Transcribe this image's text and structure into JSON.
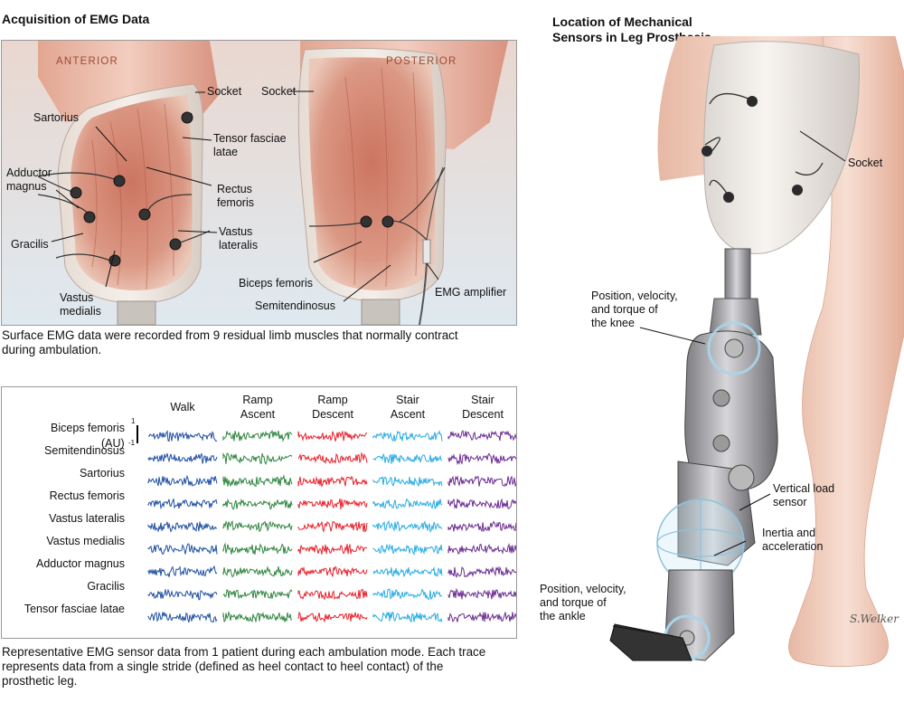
{
  "emg_acquisition": {
    "title": "Acquisition of EMG Data",
    "anterior_label": "ANTERIOR",
    "posterior_label": "POSTERIOR",
    "labels": {
      "socket": "Socket",
      "sartorius": "Sartorius",
      "tensor_line1": "Tensor fasciae",
      "tensor_line2": "latae",
      "adductor_line1": "Adductor",
      "adductor_line2": "magnus",
      "rectus_line1": "Rectus",
      "rectus_line2": "femoris",
      "vastus_lat_line1": "Vastus",
      "vastus_lat_line2": "lateralis",
      "gracilis": "Gracilis",
      "vastus_med_line1": "Vastus",
      "vastus_med_line2": "medialis",
      "biceps": "Biceps femoris",
      "semitendinosus": "Semitendinosus",
      "emg_amplifier": "EMG amplifier"
    },
    "caption_line1": "Surface EMG data were recorded from 9 residual limb muscles that normally contract",
    "caption_line2": "during ambulation."
  },
  "emg_traces": {
    "modes": [
      {
        "line1": "Walk",
        "line2": ""
      },
      {
        "line1": "Ramp",
        "line2": "Ascent"
      },
      {
        "line1": "Ramp",
        "line2": "Descent"
      },
      {
        "line1": "Stair",
        "line2": "Ascent"
      },
      {
        "line1": "Stair",
        "line2": "Descent"
      }
    ],
    "muscles": [
      "Biceps femoris",
      "Semitendinosus",
      "Sartorius",
      "Rectus femoris",
      "Vastus lateralis",
      "Vastus medialis",
      "Adductor magnus",
      "Gracilis",
      "Tensor fasciae latae"
    ],
    "unit_label": "(AU)",
    "scale_top": "1",
    "scale_bottom": "-1",
    "colors": [
      "#1f4fa3",
      "#2e8540",
      "#e8202a",
      "#29abe2",
      "#6a2c91"
    ],
    "caption_line1": "Representative EMG sensor data from 1 patient during each ambulation mode. Each trace",
    "caption_line2": "represents data from a single stride (defined as heel contact to heel contact) of the",
    "caption_line3": "prosthetic leg."
  },
  "sensors": {
    "title_line1": "Location of Mechanical",
    "title_line2": "Sensors in Leg Prosthesis",
    "labels": {
      "socket": "Socket",
      "knee_line1": "Position, velocity,",
      "knee_line2": "and torque of",
      "knee_line3": "the knee",
      "load_line1": "Vertical load",
      "load_line2": "sensor",
      "inertia_line1": "Inertia and",
      "inertia_line2": "acceleration",
      "ankle_line1": "Position, velocity,",
      "ankle_line2": "and torque of",
      "ankle_line3": "the ankle"
    },
    "signature": "S.Welker"
  }
}
